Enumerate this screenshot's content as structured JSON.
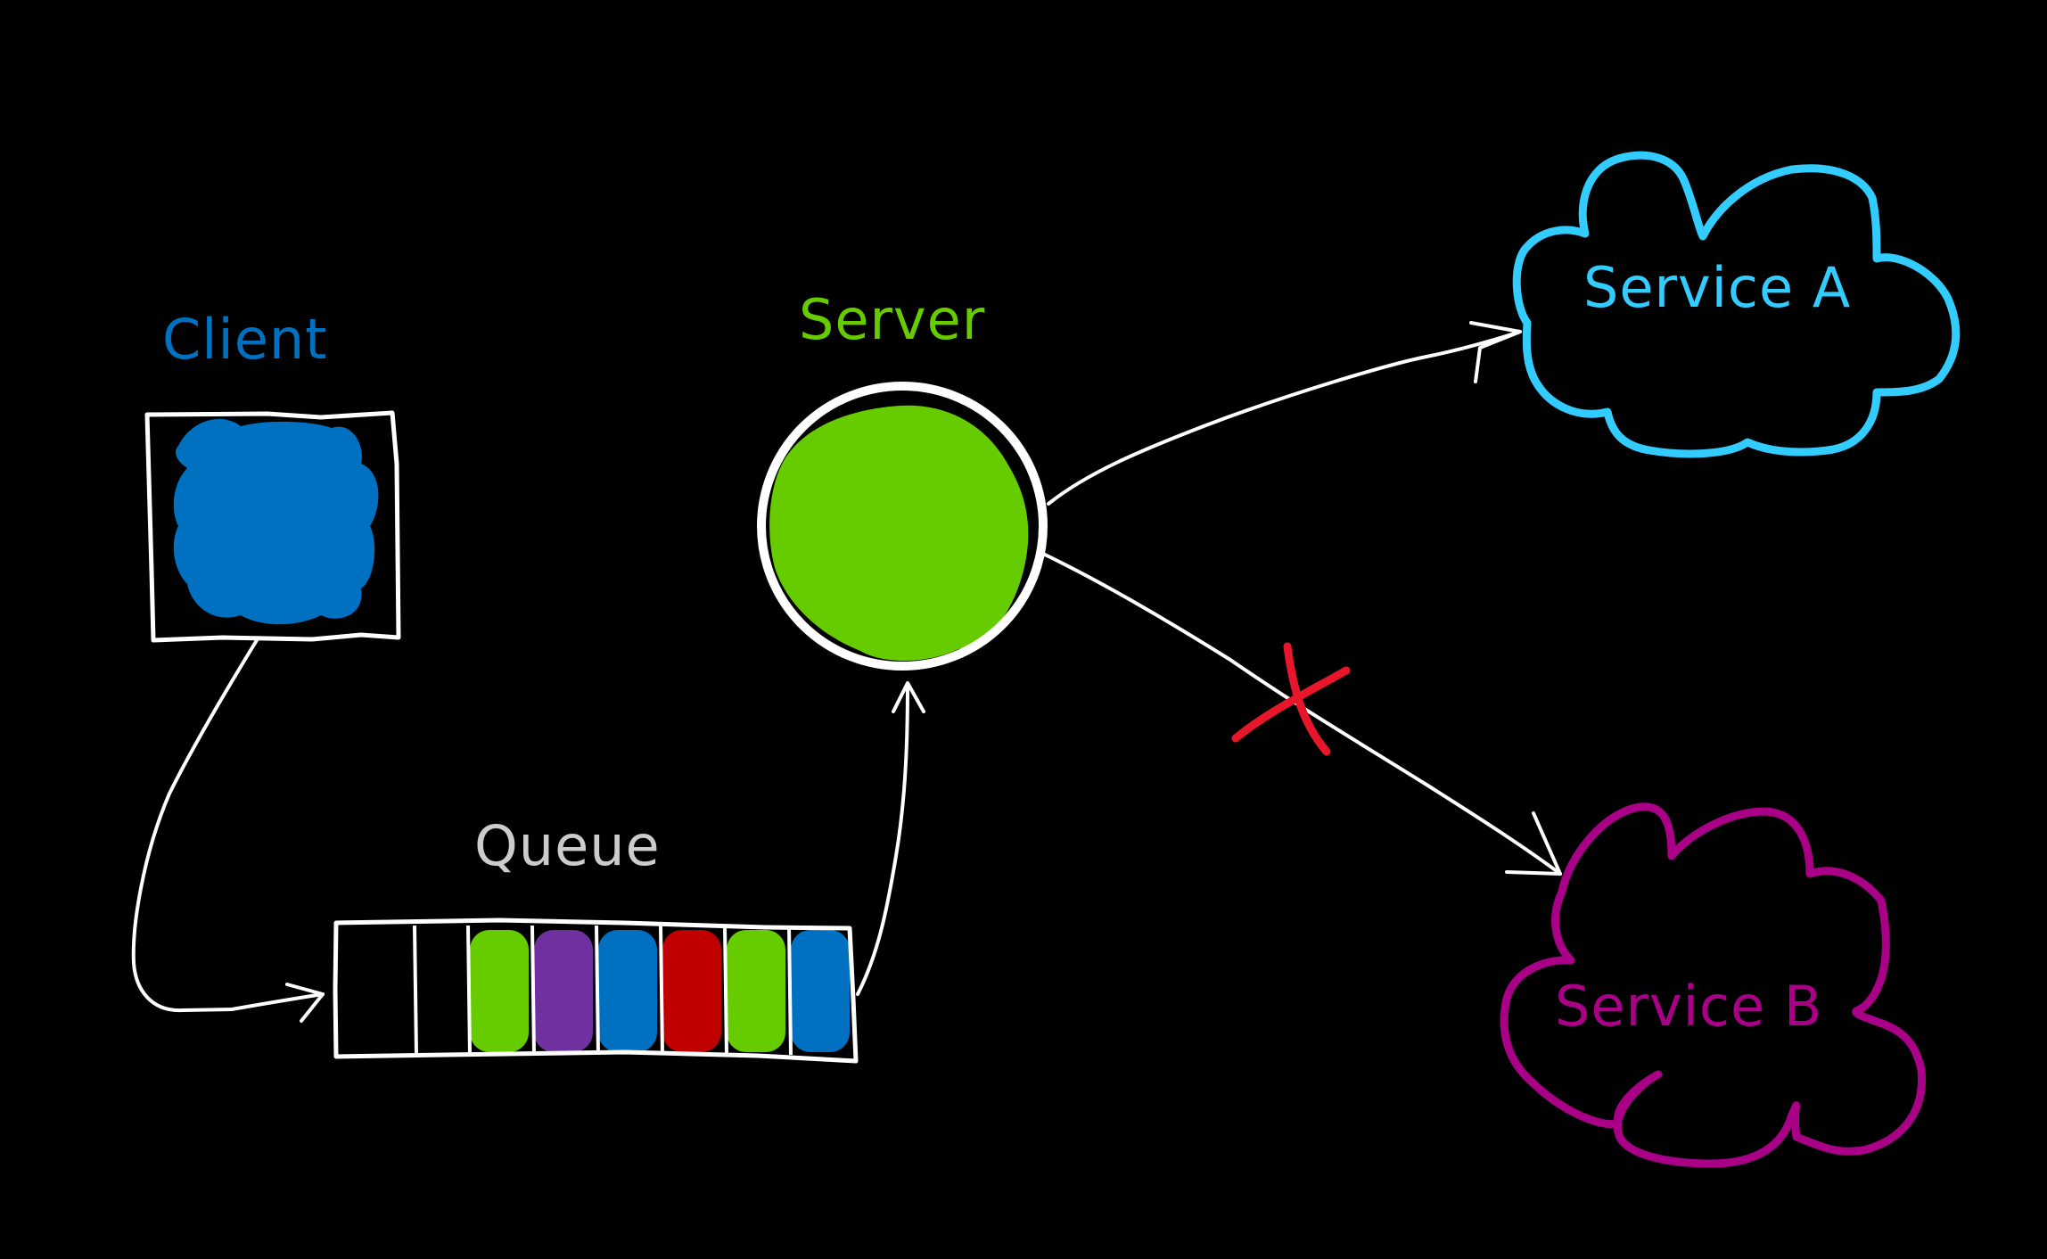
{
  "diagram": {
    "background": "#000000",
    "nodes": {
      "client": {
        "label": "Client",
        "color": "#0070c0",
        "shape": "box-filled"
      },
      "server": {
        "label": "Server",
        "color": "#66cc00",
        "shape": "circle-filled"
      },
      "queue": {
        "label": "Queue",
        "label_color": "#cccccc",
        "slots_total": 8,
        "empty_slots": 2,
        "items": [
          {
            "color": "#66cc00",
            "name": "green"
          },
          {
            "color": "#7030a0",
            "name": "purple"
          },
          {
            "color": "#0070c0",
            "name": "blue"
          },
          {
            "color": "#c00000",
            "name": "red"
          },
          {
            "color": "#66cc00",
            "name": "green"
          },
          {
            "color": "#0070c0",
            "name": "blue"
          }
        ]
      },
      "service_a": {
        "label": "Service A",
        "color": "#33ccff",
        "shape": "cloud"
      },
      "service_b": {
        "label": "Service B",
        "color": "#aa0088",
        "shape": "cloud"
      }
    },
    "edges": [
      {
        "from": "Client",
        "to": "Queue",
        "status": "ok"
      },
      {
        "from": "Queue",
        "to": "Server",
        "status": "ok"
      },
      {
        "from": "Server",
        "to": "Service A",
        "status": "ok"
      },
      {
        "from": "Server",
        "to": "Service B",
        "status": "failed",
        "marker": "x",
        "marker_color": "#e8162a"
      }
    ],
    "stroke_color": "#ffffff"
  }
}
